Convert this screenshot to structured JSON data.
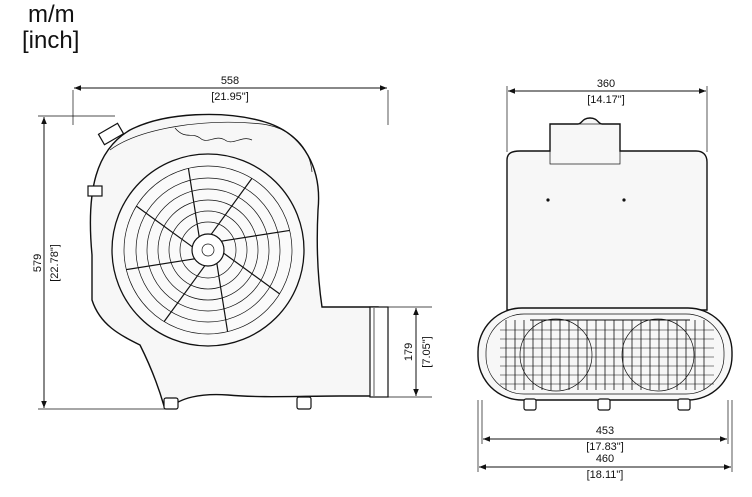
{
  "units": {
    "primary": "m/m",
    "secondary": "[inch]"
  },
  "dimensions": {
    "side_width": {
      "mm": "558",
      "inch": "[21.95\"]"
    },
    "side_height": {
      "mm": "579",
      "inch": "[22.78\"]"
    },
    "outlet_height": {
      "mm": "179",
      "inch": "[7.05\"]"
    },
    "front_top_width": {
      "mm": "360",
      "inch": "[14.17\"]"
    },
    "front_base_width": {
      "mm": "453",
      "inch": "[17.83\"]"
    },
    "front_total_width": {
      "mm": "460",
      "inch": "[18.11\"]"
    }
  }
}
